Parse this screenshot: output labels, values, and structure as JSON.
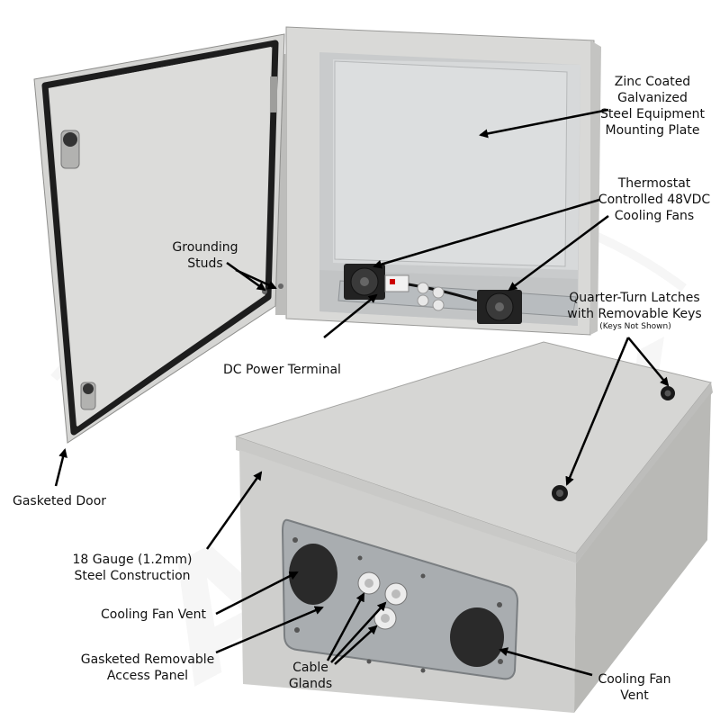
{
  "labels": {
    "mounting_plate": "Zinc Coated\nGalvanized\nSteel Equipment\nMounting Plate",
    "cooling_fans": "Thermostat\nControlled 48VDC\nCooling Fans",
    "grounding_studs": "Grounding\nStuds",
    "latches": "Quarter-Turn Latches\nwith Removable Keys",
    "keys_note": "(Keys Not Shown)",
    "dc_terminal": "DC Power Terminal",
    "gasketed_door": "Gasketed Door",
    "steel_construction": "18 Gauge (1.2mm)\nSteel Construction",
    "fan_vent_left": "Cooling Fan Vent",
    "access_panel": "Gasketed Removable\nAccess Panel",
    "cable_glands": "Cable\nGlands",
    "fan_vent_right": "Cooling Fan\nVent"
  },
  "colors": {
    "enclosure_gray": "#d8d8d6",
    "shadow_gray": "#b9b9b6",
    "gasket": "#1d1d1d",
    "panel_metal": "#a9adb0",
    "watermark": "#ededed"
  }
}
